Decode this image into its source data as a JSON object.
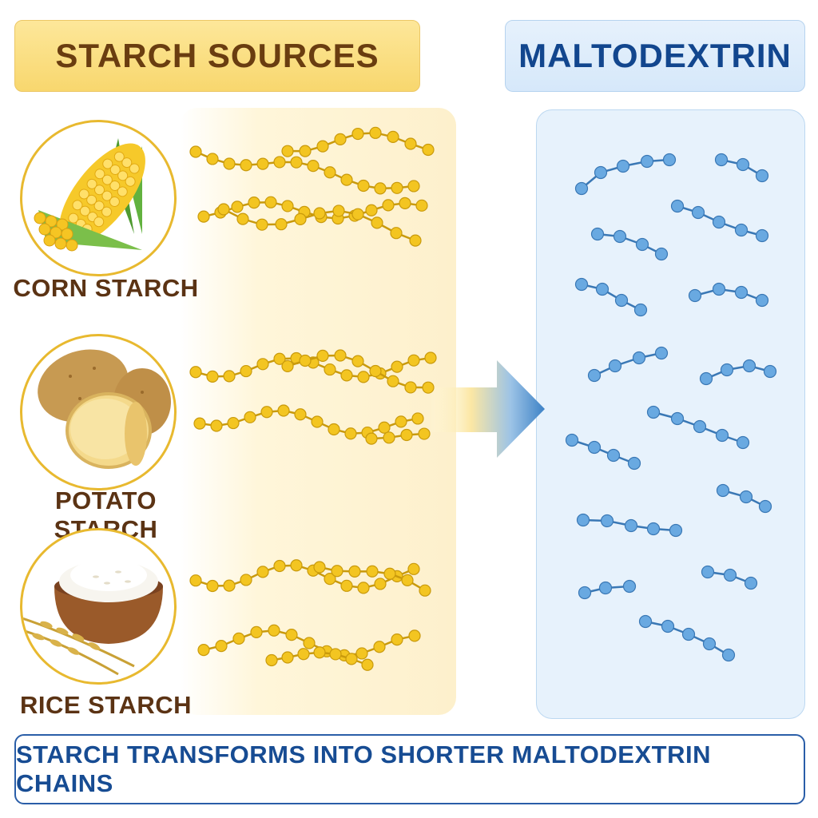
{
  "header": {
    "left_title": "STARCH SOURCES",
    "right_title": "MALTODEXTRIN"
  },
  "sources": [
    {
      "label": "CORN STARCH",
      "icon": "corn-icon"
    },
    {
      "label": "POTATO STARCH",
      "icon": "potato-icon"
    },
    {
      "label": "RICE STARCH",
      "icon": "rice-bowl-icon"
    }
  ],
  "colors": {
    "starch_bead": "#f3c521",
    "starch_bead_stroke": "#c99a0c",
    "malto_bead": "#69a9e1",
    "malto_bead_stroke": "#3a78b5",
    "arrow_blue": "#3d82c6",
    "arrow_yellow": "#fbe7a4",
    "title_brown": "#6a3d10",
    "title_blue": "#12468e",
    "thumb_ring": "#e8b92f"
  },
  "arrow": {
    "icon": "right-arrow-icon"
  },
  "footer": {
    "caption": "STARCH TRANSFORMS INTO SHORTER MALTODEXTRIN CHAINS"
  }
}
